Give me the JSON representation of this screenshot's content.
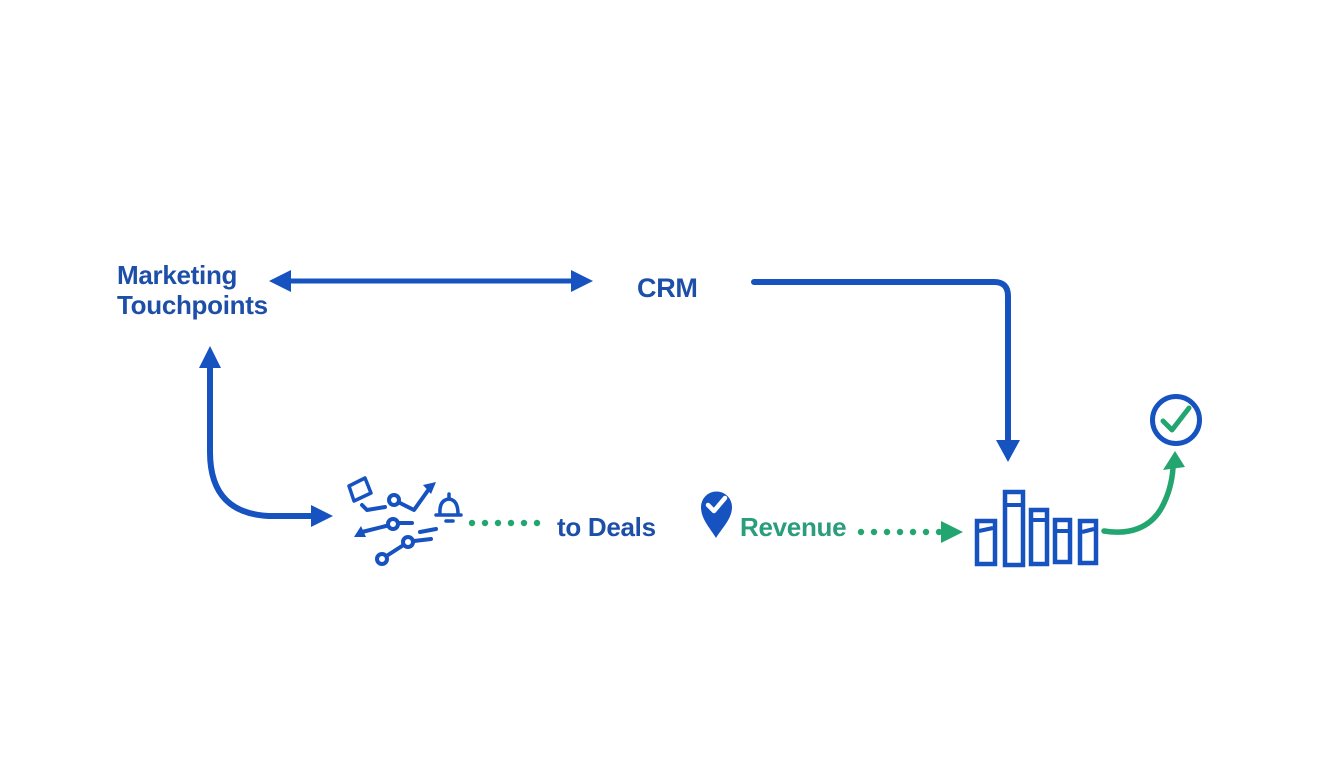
{
  "diagram": {
    "title_hint": "Marketing touchpoints to CRM revenue attribution flow",
    "nodes": {
      "marketing": {
        "line1": "Marketing",
        "line2": "Touchpoints"
      },
      "crm": {
        "label": "CRM"
      },
      "deals": {
        "label": "to Deals"
      },
      "revenue": {
        "label": "Revenue"
      }
    },
    "icons": {
      "journey": "journey-touchpoints-icon",
      "pin": "map-pin-check-icon",
      "bars": "bar-chart-icon",
      "check": "check-circle-icon"
    },
    "connectors": [
      "bidirectional arrow: Marketing Touchpoints <-> CRM",
      "elbow arrow: CRM -> bar chart (down)",
      "curved bidirectional arrow: Marketing Touchpoints <-> journey icon",
      "green dotted link: journey icon -> to Deals",
      "green dotted arrow: Revenue -> bar chart",
      "green curved arrow: bar chart -> check circle"
    ]
  },
  "colors": {
    "blue": "#1652c0",
    "blue_text": "#1d4fa9",
    "green": "#23a570",
    "green_text": "#2a9d7a",
    "background": "#ffffff"
  }
}
